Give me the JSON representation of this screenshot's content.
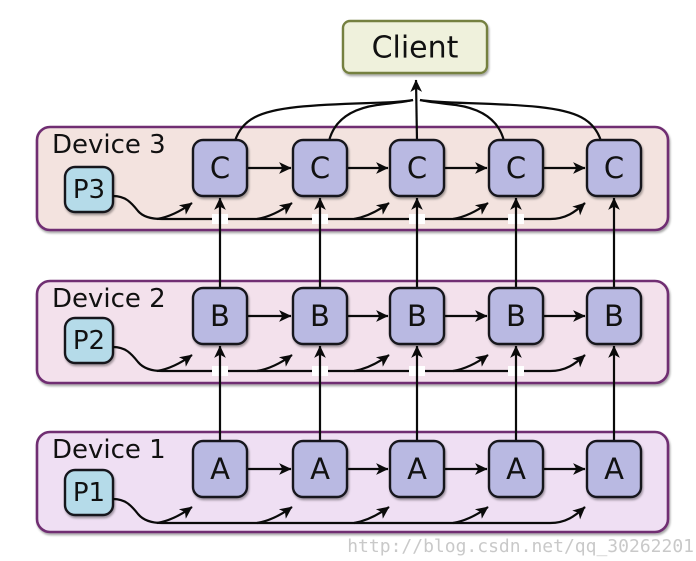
{
  "client": {
    "label": "Client"
  },
  "devices": [
    {
      "label": "Device 3",
      "process": "P3",
      "nodes": [
        "C",
        "C",
        "C",
        "C",
        "C"
      ]
    },
    {
      "label": "Device 2",
      "process": "P2",
      "nodes": [
        "B",
        "B",
        "B",
        "B",
        "B"
      ]
    },
    {
      "label": "Device 1",
      "process": "P1",
      "nodes": [
        "A",
        "A",
        "A",
        "A",
        "A"
      ]
    }
  ],
  "watermark": "http://blog.csdn.net/qq_30262201",
  "colors": {
    "band_border": "#702e72",
    "device3_fill": "#f3e3df",
    "device2_fill": "#f3e1ec",
    "device1_fill": "#efdff3",
    "node_fill": "#b9b9e2",
    "node_border": "#17171f",
    "process_fill": "#b5dbe9",
    "client_fill": "#eff1dc",
    "client_border": "#75803f",
    "arrow": "#0a0a0a",
    "watermark_text": "#c9c9c9"
  }
}
